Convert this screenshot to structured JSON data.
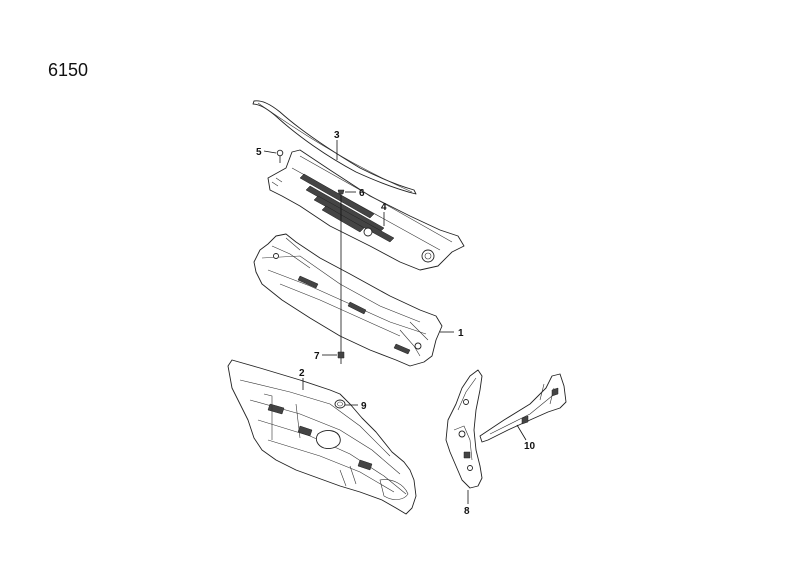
{
  "diagram": {
    "page_number": "6150",
    "callouts": {
      "c1": "1",
      "c2": "2",
      "c3": "3",
      "c4": "4",
      "c5": "5",
      "c6": "6",
      "c7": "7",
      "c8": "8",
      "c9": "9",
      "c10": "10"
    }
  }
}
